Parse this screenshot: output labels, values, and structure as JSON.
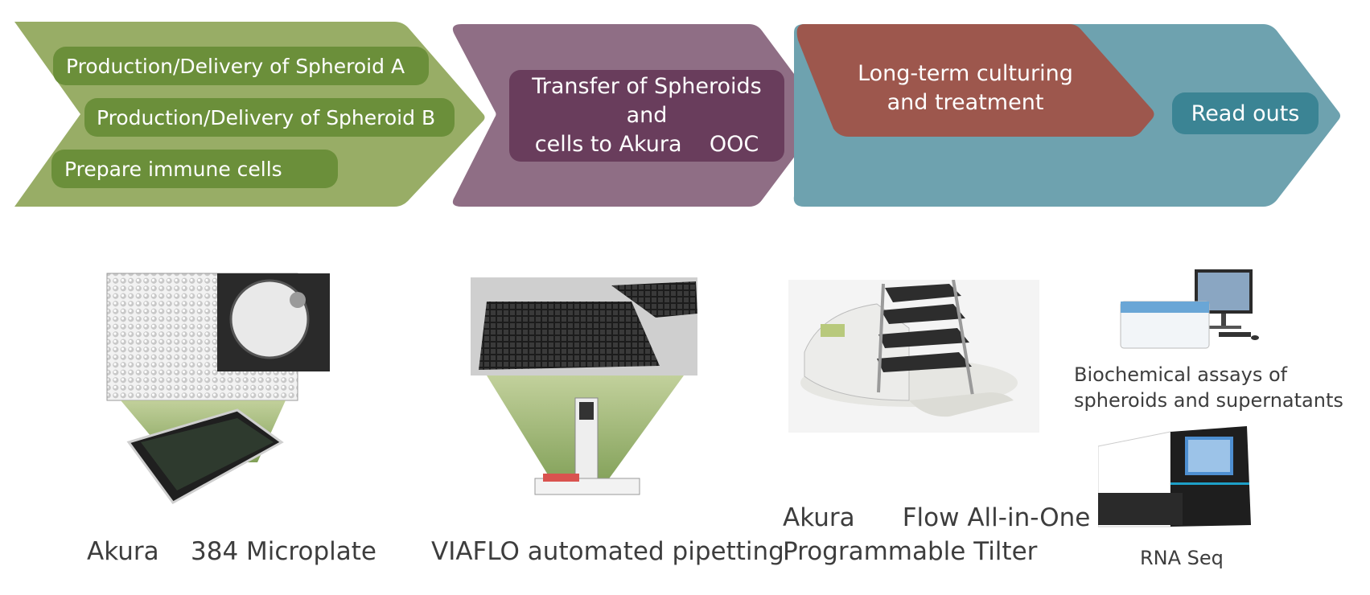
{
  "workflow": {
    "step1": {
      "items": [
        "Production/Delivery of Spheroid A",
        "Production/Delivery of Spheroid B",
        "Prepare immune cells"
      ]
    },
    "step2": {
      "line1": "Transfer of Spheroids and",
      "line2": "cells to Akura    OOC"
    },
    "step3": {
      "line1": "Long-term culturing",
      "line2": "and treatment"
    },
    "step4": {
      "label": "Read outs"
    }
  },
  "captions": {
    "microplate": "Akura    384 Microplate",
    "pipetting": "VIAFLO automated pipetting",
    "tilter_line1": "Akura      Flow All-in-One",
    "tilter_line2": "Programmable Tilter",
    "assays_line1": "Biochemical assays of",
    "assays_line2": "spheroids and supernatants",
    "rnaseq": "RNA Seq"
  },
  "colors": {
    "step1": "#98ad66",
    "step1_pill": "#6b8f3a",
    "step2": "#8f6e85",
    "step2_box": "#693d5c",
    "step3": "#9d574d",
    "step4": "#6ea2af",
    "step4_box": "#3b8494"
  }
}
